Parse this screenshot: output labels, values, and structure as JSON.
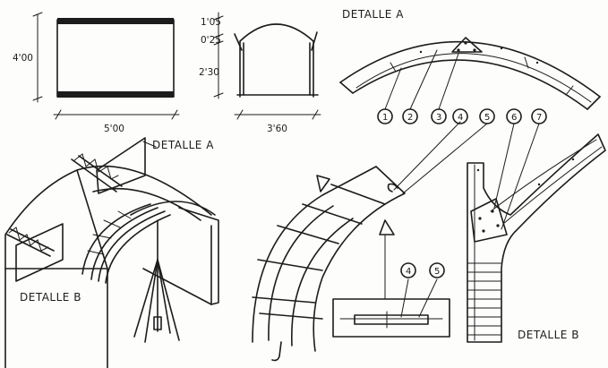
{
  "dimensions": {
    "height_total": "4'00",
    "width_plan": "5'00",
    "seg_top": "1'05",
    "seg_mid": "0'25",
    "seg_bottom": "2'30",
    "width_arch": "3'60"
  },
  "labels": {
    "detail_a_title": "DETALLE A",
    "detail_a_ref": "DETALLE A",
    "detail_b_ref": "DETALLE B",
    "detail_b_title": "DETALLE B"
  },
  "callouts": [
    "1",
    "2",
    "3",
    "4",
    "5",
    "6",
    "7"
  ],
  "sub_callouts": [
    "4",
    "5"
  ]
}
